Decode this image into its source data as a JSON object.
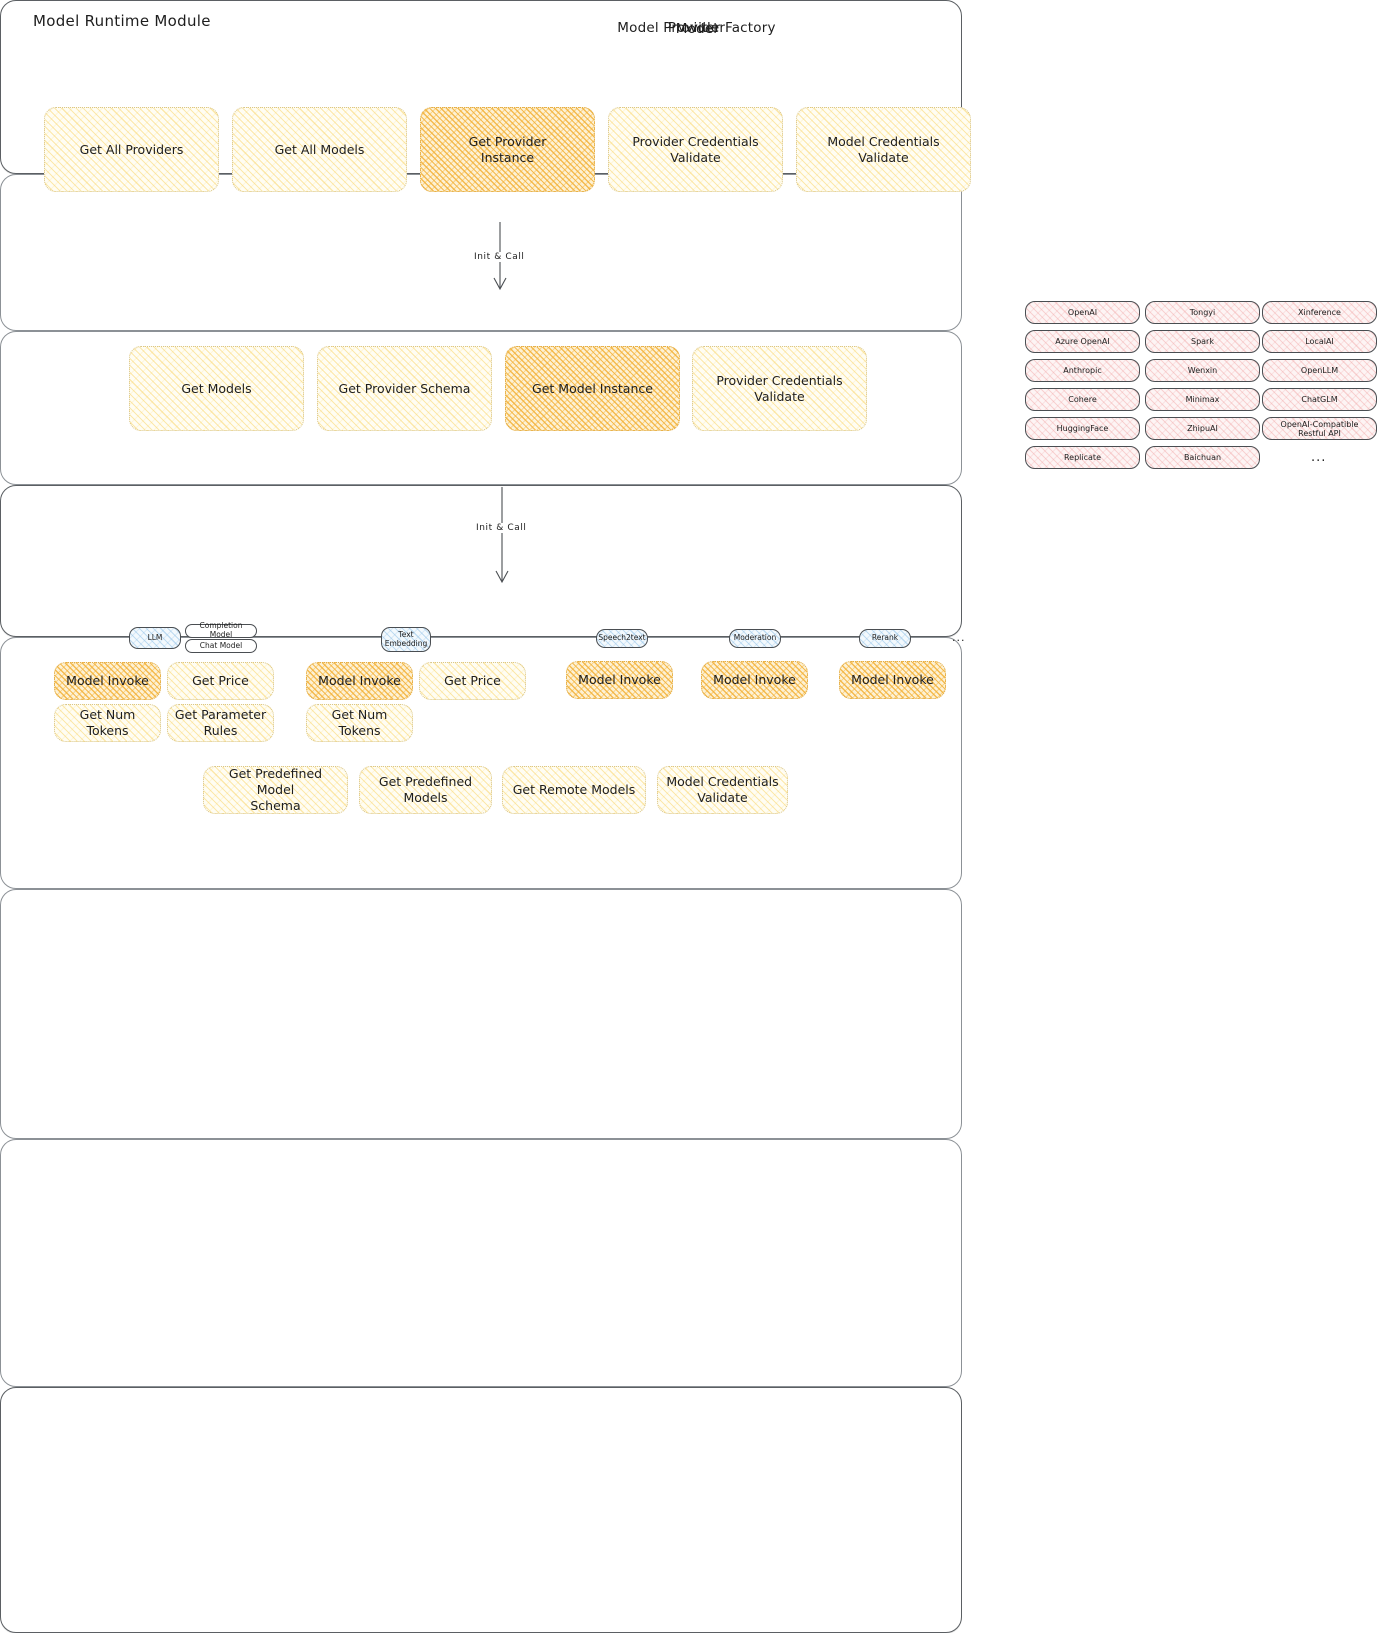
{
  "page": {
    "title": "Model Runtime Module"
  },
  "factory": {
    "title": "Model Provider Factory",
    "nodes": [
      {
        "label": "Get All Providers",
        "highlight": false
      },
      {
        "label": "Get All Models",
        "highlight": false
      },
      {
        "label": "Get Provider\nInstance",
        "highlight": true
      },
      {
        "label": "Provider Credentials\nValidate",
        "highlight": false
      },
      {
        "label": "Model Credentials\nValidate",
        "highlight": false
      }
    ]
  },
  "connectors": [
    {
      "label": "Init & Call"
    },
    {
      "label": "Init & Call"
    }
  ],
  "provider": {
    "title": "Provider",
    "nodes": [
      {
        "label": "Get Models",
        "highlight": false
      },
      {
        "label": "Get Provider Schema",
        "highlight": false
      },
      {
        "label": "Get Model Instance",
        "highlight": true
      },
      {
        "label": "Provider Credentials\nValidate",
        "highlight": false
      }
    ]
  },
  "provider_list": {
    "columns": [
      [
        "OpenAI",
        "Azure OpenAI",
        "Anthropic",
        "Cohere",
        "HuggingFace",
        "Replicate"
      ],
      [
        "Tongyi",
        "Spark",
        "Wenxin",
        "Minimax",
        "ZhipuAI",
        "Baichuan"
      ],
      [
        "Xinference",
        "LocalAI",
        "OpenLLM",
        "ChatGLM",
        "OpenAI-Compatible Restful API"
      ]
    ],
    "more": "..."
  },
  "model": {
    "title": "Model",
    "more": "...",
    "types": [
      {
        "badge": "LLM",
        "sub_badges": [
          "Completion Model",
          "Chat Model"
        ],
        "nodes": [
          {
            "label": "Model Invoke",
            "highlight": true
          },
          {
            "label": "Get Price",
            "highlight": false
          },
          {
            "label": "Get Num Tokens",
            "highlight": false
          },
          {
            "label": "Get Parameter\nRules",
            "highlight": false
          }
        ]
      },
      {
        "badge": "Text\nEmbedding",
        "sub_badges": [],
        "nodes": [
          {
            "label": "Model Invoke",
            "highlight": true
          },
          {
            "label": "Get Price",
            "highlight": false
          },
          {
            "label": "Get Num Tokens",
            "highlight": false
          }
        ]
      },
      {
        "badge": "Speech2text",
        "sub_badges": [],
        "nodes": [
          {
            "label": "Model Invoke",
            "highlight": true
          }
        ]
      },
      {
        "badge": "Moderation",
        "sub_badges": [],
        "nodes": [
          {
            "label": "Model Invoke",
            "highlight": true
          }
        ]
      },
      {
        "badge": "Rerank",
        "sub_badges": [],
        "nodes": [
          {
            "label": "Model Invoke",
            "highlight": true
          }
        ]
      }
    ],
    "common_nodes": [
      {
        "label": "Get Predefined Model\nSchema"
      },
      {
        "label": "Get Predefined\nModels"
      },
      {
        "label": "Get Remote Models"
      },
      {
        "label": "Model Credentials\nValidate"
      }
    ]
  },
  "colors": {
    "highlight_fill": "#f3b137",
    "soft_fill": "#fad66d",
    "provider_fill": "#f0a0a0",
    "badge_fill": "#8cbee6",
    "stroke": "#343a40",
    "background": "#ffffff"
  }
}
